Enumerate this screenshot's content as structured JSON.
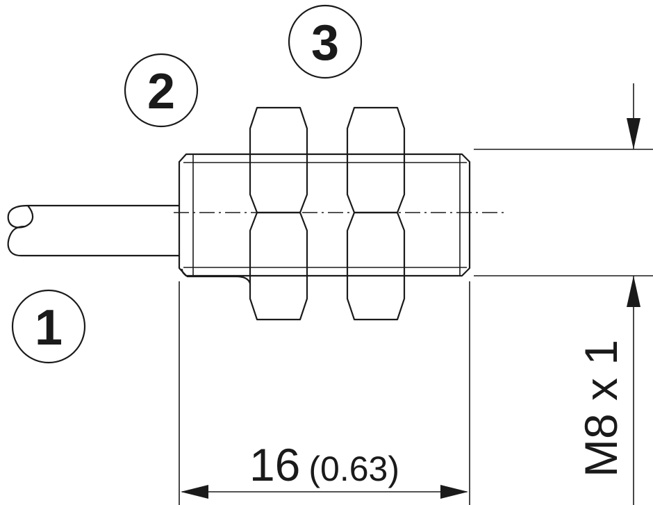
{
  "callouts": {
    "cable": "1",
    "housing": "2",
    "nuts": "3"
  },
  "dimensions": {
    "length": "16",
    "length_inch": "(0.63)",
    "thread": "M8 x 1"
  }
}
